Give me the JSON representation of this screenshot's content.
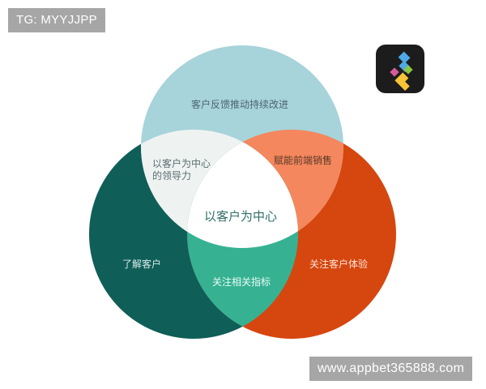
{
  "watermarks": {
    "top_left": "TG: MYYJJPP",
    "bottom_right": "www.appbet365888.com"
  },
  "app_icon": {
    "name": "tetris-blocks-app-icon",
    "bg_color": "#1c1c1c"
  },
  "diagram": {
    "type": "venn-3",
    "colors": {
      "top": "#a7d3da",
      "left": "#0f5e58",
      "right": "#d6460f",
      "top_left": "#eef3f2",
      "top_right": "#f4875d",
      "left_right": "#36b293",
      "center": "#ffffff"
    },
    "labels": {
      "top": "客户反馈推动持续改进",
      "top_left_line1": "以客户为中心",
      "top_left_line2": "的领导力",
      "top_right": "赋能前端销售",
      "center": "以客户为中心",
      "left": "了解客户",
      "right": "关注客户体验",
      "bottom": "关注相关指标"
    }
  }
}
